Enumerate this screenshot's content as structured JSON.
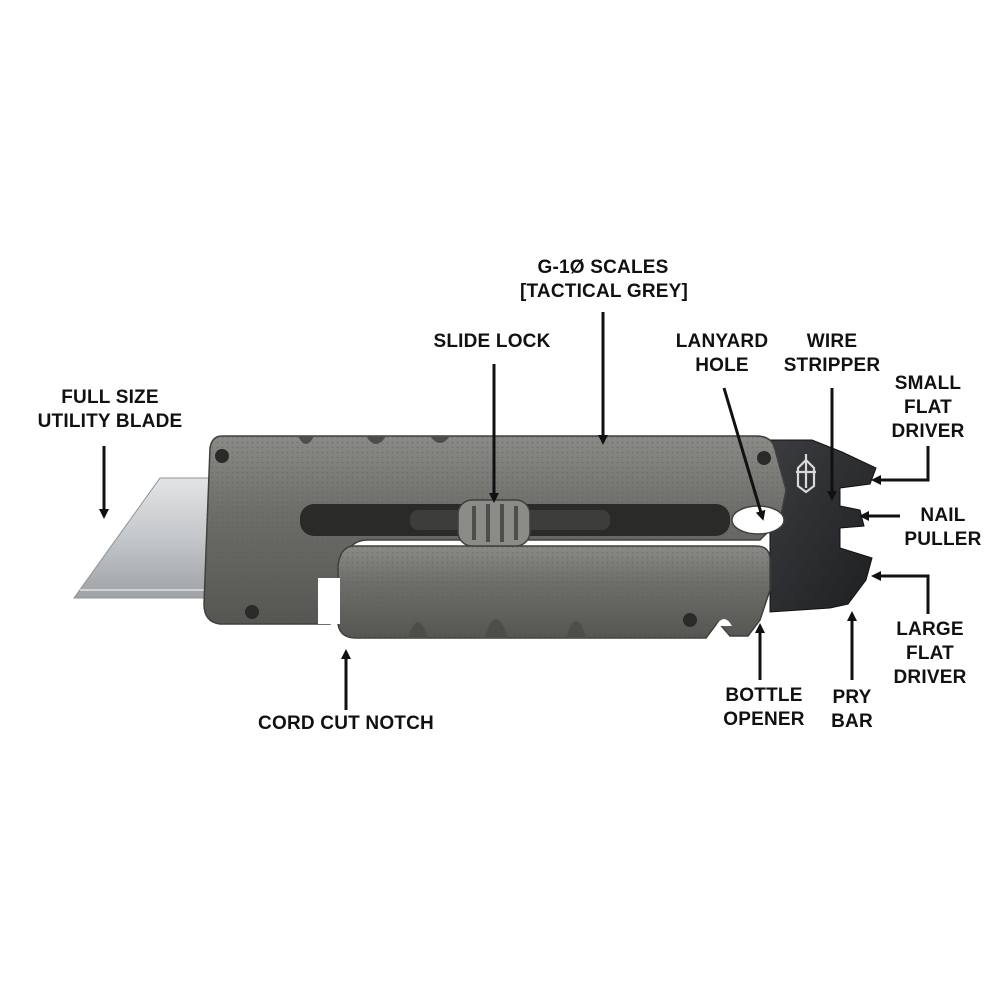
{
  "callouts": {
    "full_size_utility_blade": [
      "FULL SIZE",
      "UTILITY BLADE"
    ],
    "g10_scales": [
      "G-1Ø SCALES",
      "[TACTICAL GREY]"
    ],
    "slide_lock": [
      "SLIDE LOCK"
    ],
    "lanyard_hole": [
      "LANYARD",
      "HOLE"
    ],
    "wire_stripper": [
      "WIRE",
      "STRIPPER"
    ],
    "small_flat_driver": [
      "SMALL",
      "FLAT",
      "DRIVER"
    ],
    "nail_puller": [
      "NAIL",
      "PULLER"
    ],
    "large_flat_driver": [
      "LARGE",
      "FLAT",
      "DRIVER"
    ],
    "cord_cut_notch": [
      "CORD CUT NOTCH"
    ],
    "bottle_opener": [
      "BOTTLE",
      "OPENER"
    ],
    "pry_bar": [
      "PRY",
      "BAR"
    ]
  },
  "colors": {
    "handle": "#6f706b",
    "handle_dark": "#4b4c48",
    "handle_light": "#8e8f89",
    "blade": "#c9ccce",
    "steel_dark": "#26282a",
    "arrow": "#111111",
    "background": "#ffffff"
  }
}
